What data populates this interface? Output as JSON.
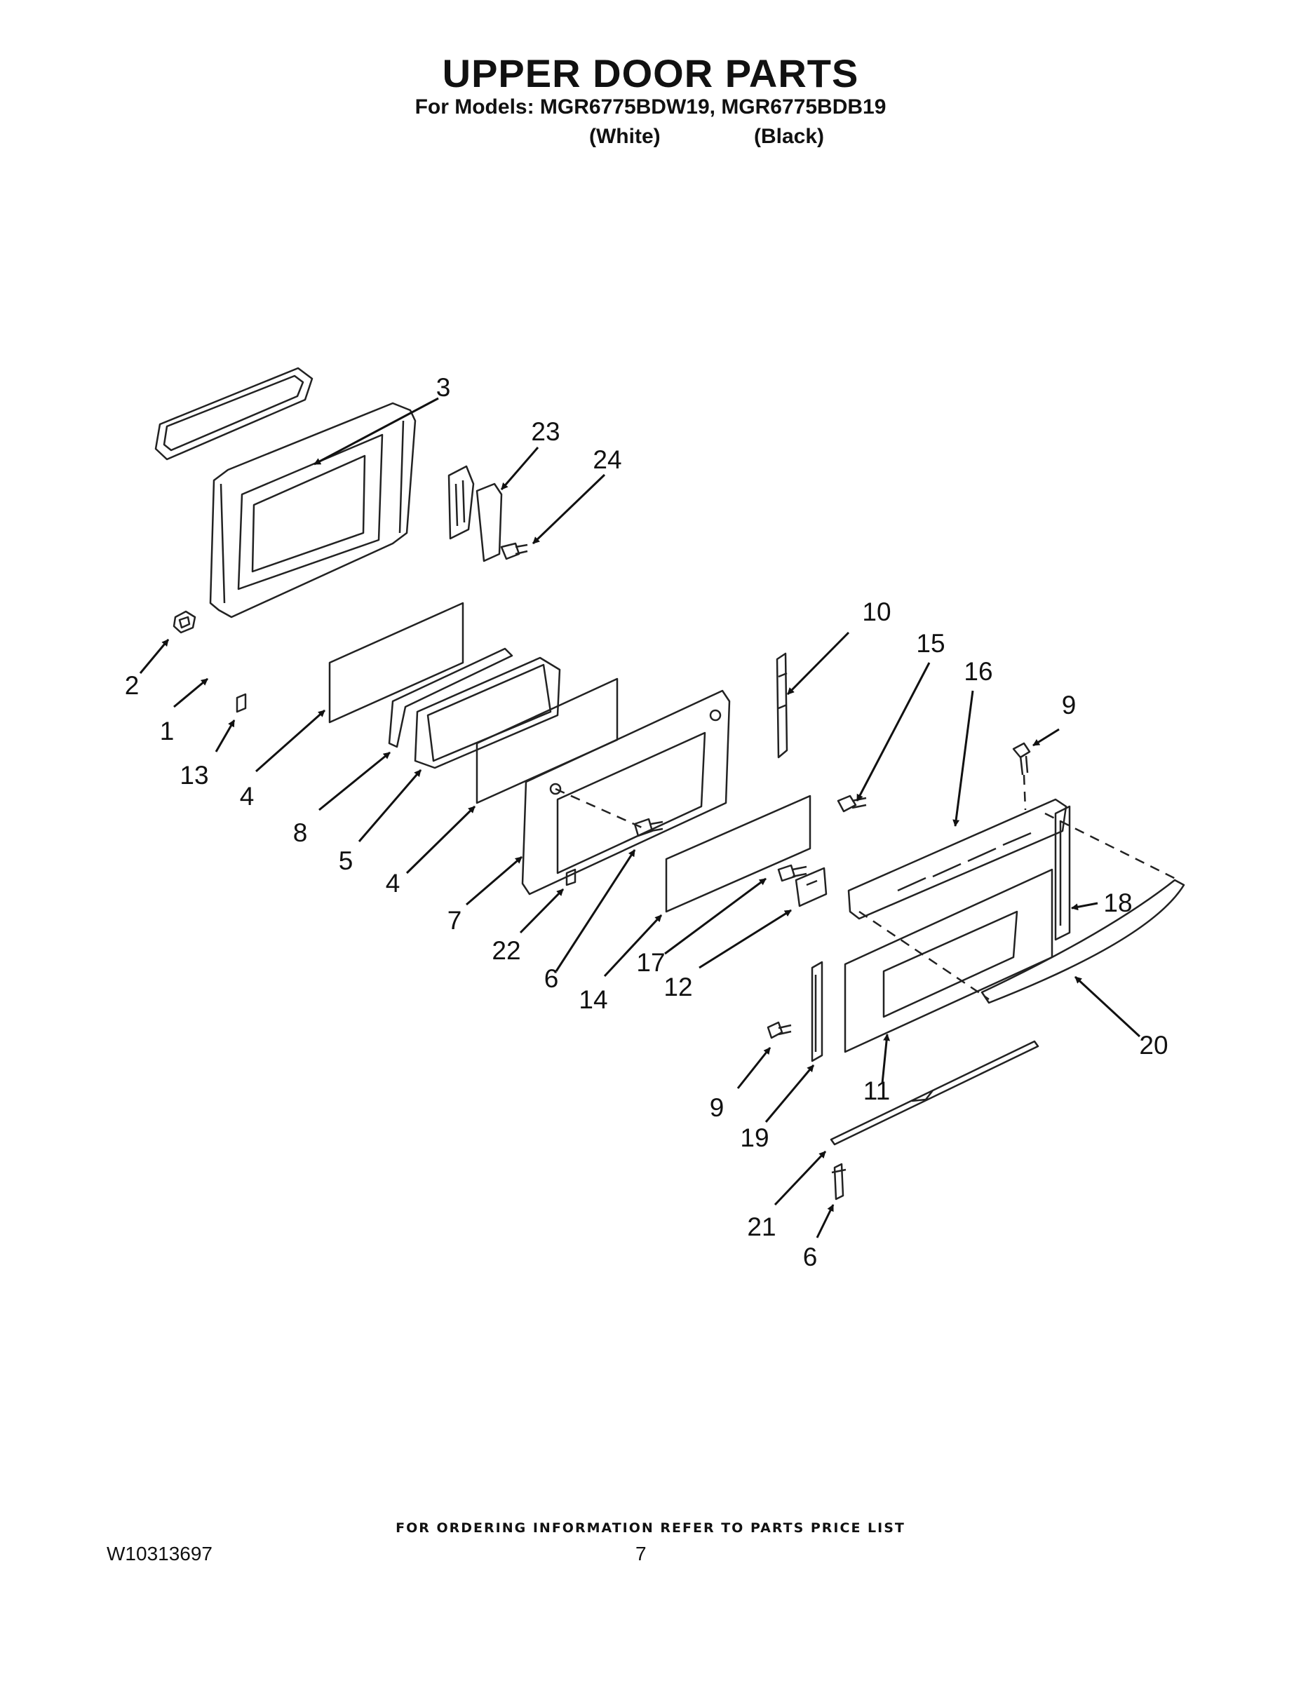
{
  "header": {
    "title": "UPPER DOOR PARTS",
    "models": "For Models: MGR6775BDW19, MGR6775BDB19",
    "color_white": "(White)",
    "color_black": "(Black)"
  },
  "callouts": [
    "3",
    "23",
    "24",
    "2",
    "1",
    "13",
    "4",
    "8",
    "5",
    "4",
    "7",
    "22",
    "6",
    "14",
    "17",
    "12",
    "10",
    "15",
    "16",
    "9",
    "18",
    "20",
    "11",
    "9",
    "19",
    "21",
    "6"
  ],
  "footer": {
    "ordering_info": "FOR ORDERING INFORMATION REFER TO PARTS PRICE LIST",
    "document_number": "W10313697",
    "page_number": "7"
  }
}
